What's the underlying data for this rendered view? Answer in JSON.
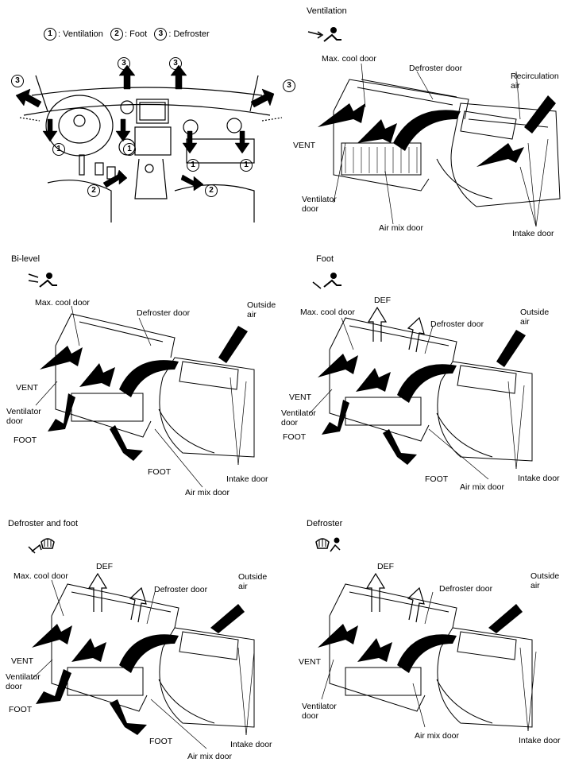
{
  "legend": {
    "n1": "1",
    "t1": ": Ventilation",
    "n2": "2",
    "t2": ": Foot",
    "n3": "3",
    "t3": ": Defroster"
  },
  "markers": {
    "one": "1",
    "two": "2",
    "three": "3"
  },
  "panels": {
    "ventilation": {
      "title": "Ventilation",
      "max_cool_door": "Max. cool door",
      "defroster_door": "Defroster door",
      "recirculation_air": "Recirculation air",
      "vent": "VENT",
      "ventilator_door": "Ventilator door",
      "air_mix_door": "Air mix door",
      "intake_door": "Intake door"
    },
    "bilevel": {
      "title": "Bi-level",
      "max_cool_door": "Max. cool door",
      "defroster_door": "Defroster door",
      "outside_air": "Outside air",
      "vent": "VENT",
      "ventilator_door": "Ventilator door",
      "foot_left": "FOOT",
      "foot_bottom": "FOOT",
      "intake_door": "Intake door",
      "air_mix_door": "Air mix door"
    },
    "foot": {
      "title": "Foot",
      "def": "DEF",
      "max_cool_door": "Max. cool door",
      "defroster_door": "Defroster door",
      "outside_air": "Outside air",
      "vent": "VENT",
      "ventilator_door": "Ventilator door",
      "foot_left": "FOOT",
      "foot_bottom": "FOOT",
      "air_mix_door": "Air mix door",
      "intake_door": "Intake door"
    },
    "defrosterfoot": {
      "title": "Defroster and foot",
      "def": "DEF",
      "max_cool_door": "Max. cool door",
      "defroster_door": "Defroster door",
      "outside_air": "Outside air",
      "vent": "VENT",
      "ventilator_door": "Ventilator door",
      "foot_left": "FOOT",
      "foot_bottom": "FOOT",
      "intake_door": "Intake door",
      "air_mix_door": "Air mix door"
    },
    "defroster": {
      "title": "Defroster",
      "def": "DEF",
      "defroster_door": "Defroster door",
      "outside_air": "Outside air",
      "vent": "VENT",
      "ventilator_door": "Ventilator door",
      "air_mix_door": "Air mix door",
      "intake_door": "Intake door"
    }
  },
  "icons": {
    "ventilation": "vent-mode-icon",
    "bilevel": "bilevel-mode-icon",
    "foot": "foot-mode-icon",
    "defrosterfoot": "defrost-foot-mode-icon",
    "defroster": "defrost-mode-icon"
  }
}
